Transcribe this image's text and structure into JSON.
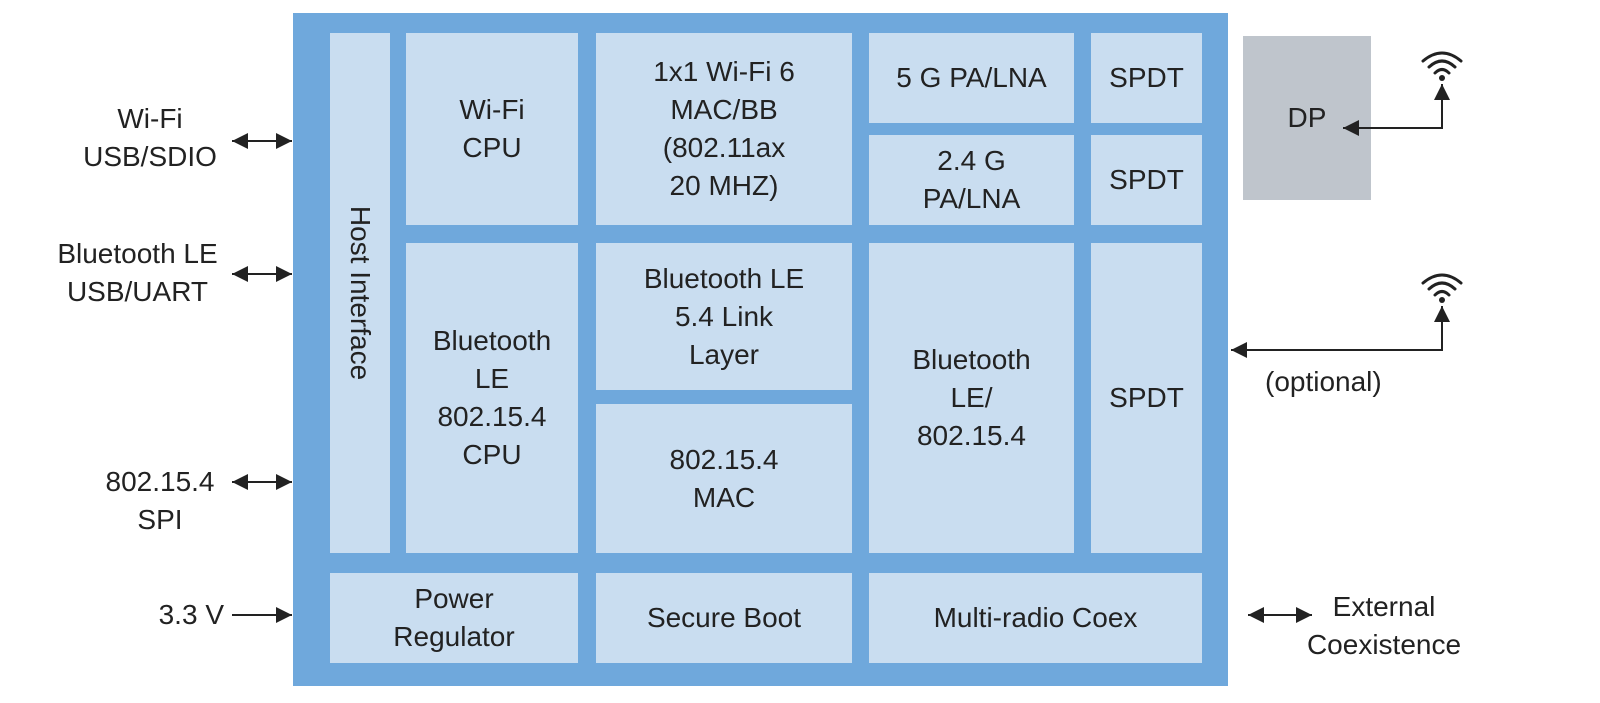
{
  "chip": {
    "host_interface": "Host Interface",
    "wifi_cpu": "Wi-Fi\nCPU",
    "wifi_mac": "1x1 Wi-Fi 6\nMAC/BB\n(802.11ax\n20 MHZ)",
    "pa_5g": "5 G PA/LNA",
    "pa_24g": "2.4 G\nPA/LNA",
    "spdt_1": "SPDT",
    "spdt_2": "SPDT",
    "spdt_3": "SPDT",
    "bt_cpu": "Bluetooth\nLE\n802.15.4\nCPU",
    "bt_link": "Bluetooth LE\n5.4 Link\nLayer",
    "mac_154": "802.15.4\nMAC",
    "bt_radio": "Bluetooth\nLE/\n802.15.4",
    "power_regulator": "Power\nRegulator",
    "secure_boot": "Secure Boot",
    "coex": "Multi-radio Coex"
  },
  "external": {
    "dp": "DP",
    "wifi_if": "Wi-Fi\nUSB/SDIO",
    "bt_if": "Bluetooth LE\nUSB/UART",
    "spi_if": "802.15.4\nSPI",
    "power_in": "3.3 V",
    "optional": "(optional)",
    "ext_coex": "External\nCoexistence"
  },
  "colors": {
    "chip": "#6fa8dc",
    "block": "#c9ddf0",
    "dp": "#bfc5cc"
  },
  "icons": [
    "wifi-antenna-icon",
    "wifi-antenna-icon"
  ]
}
